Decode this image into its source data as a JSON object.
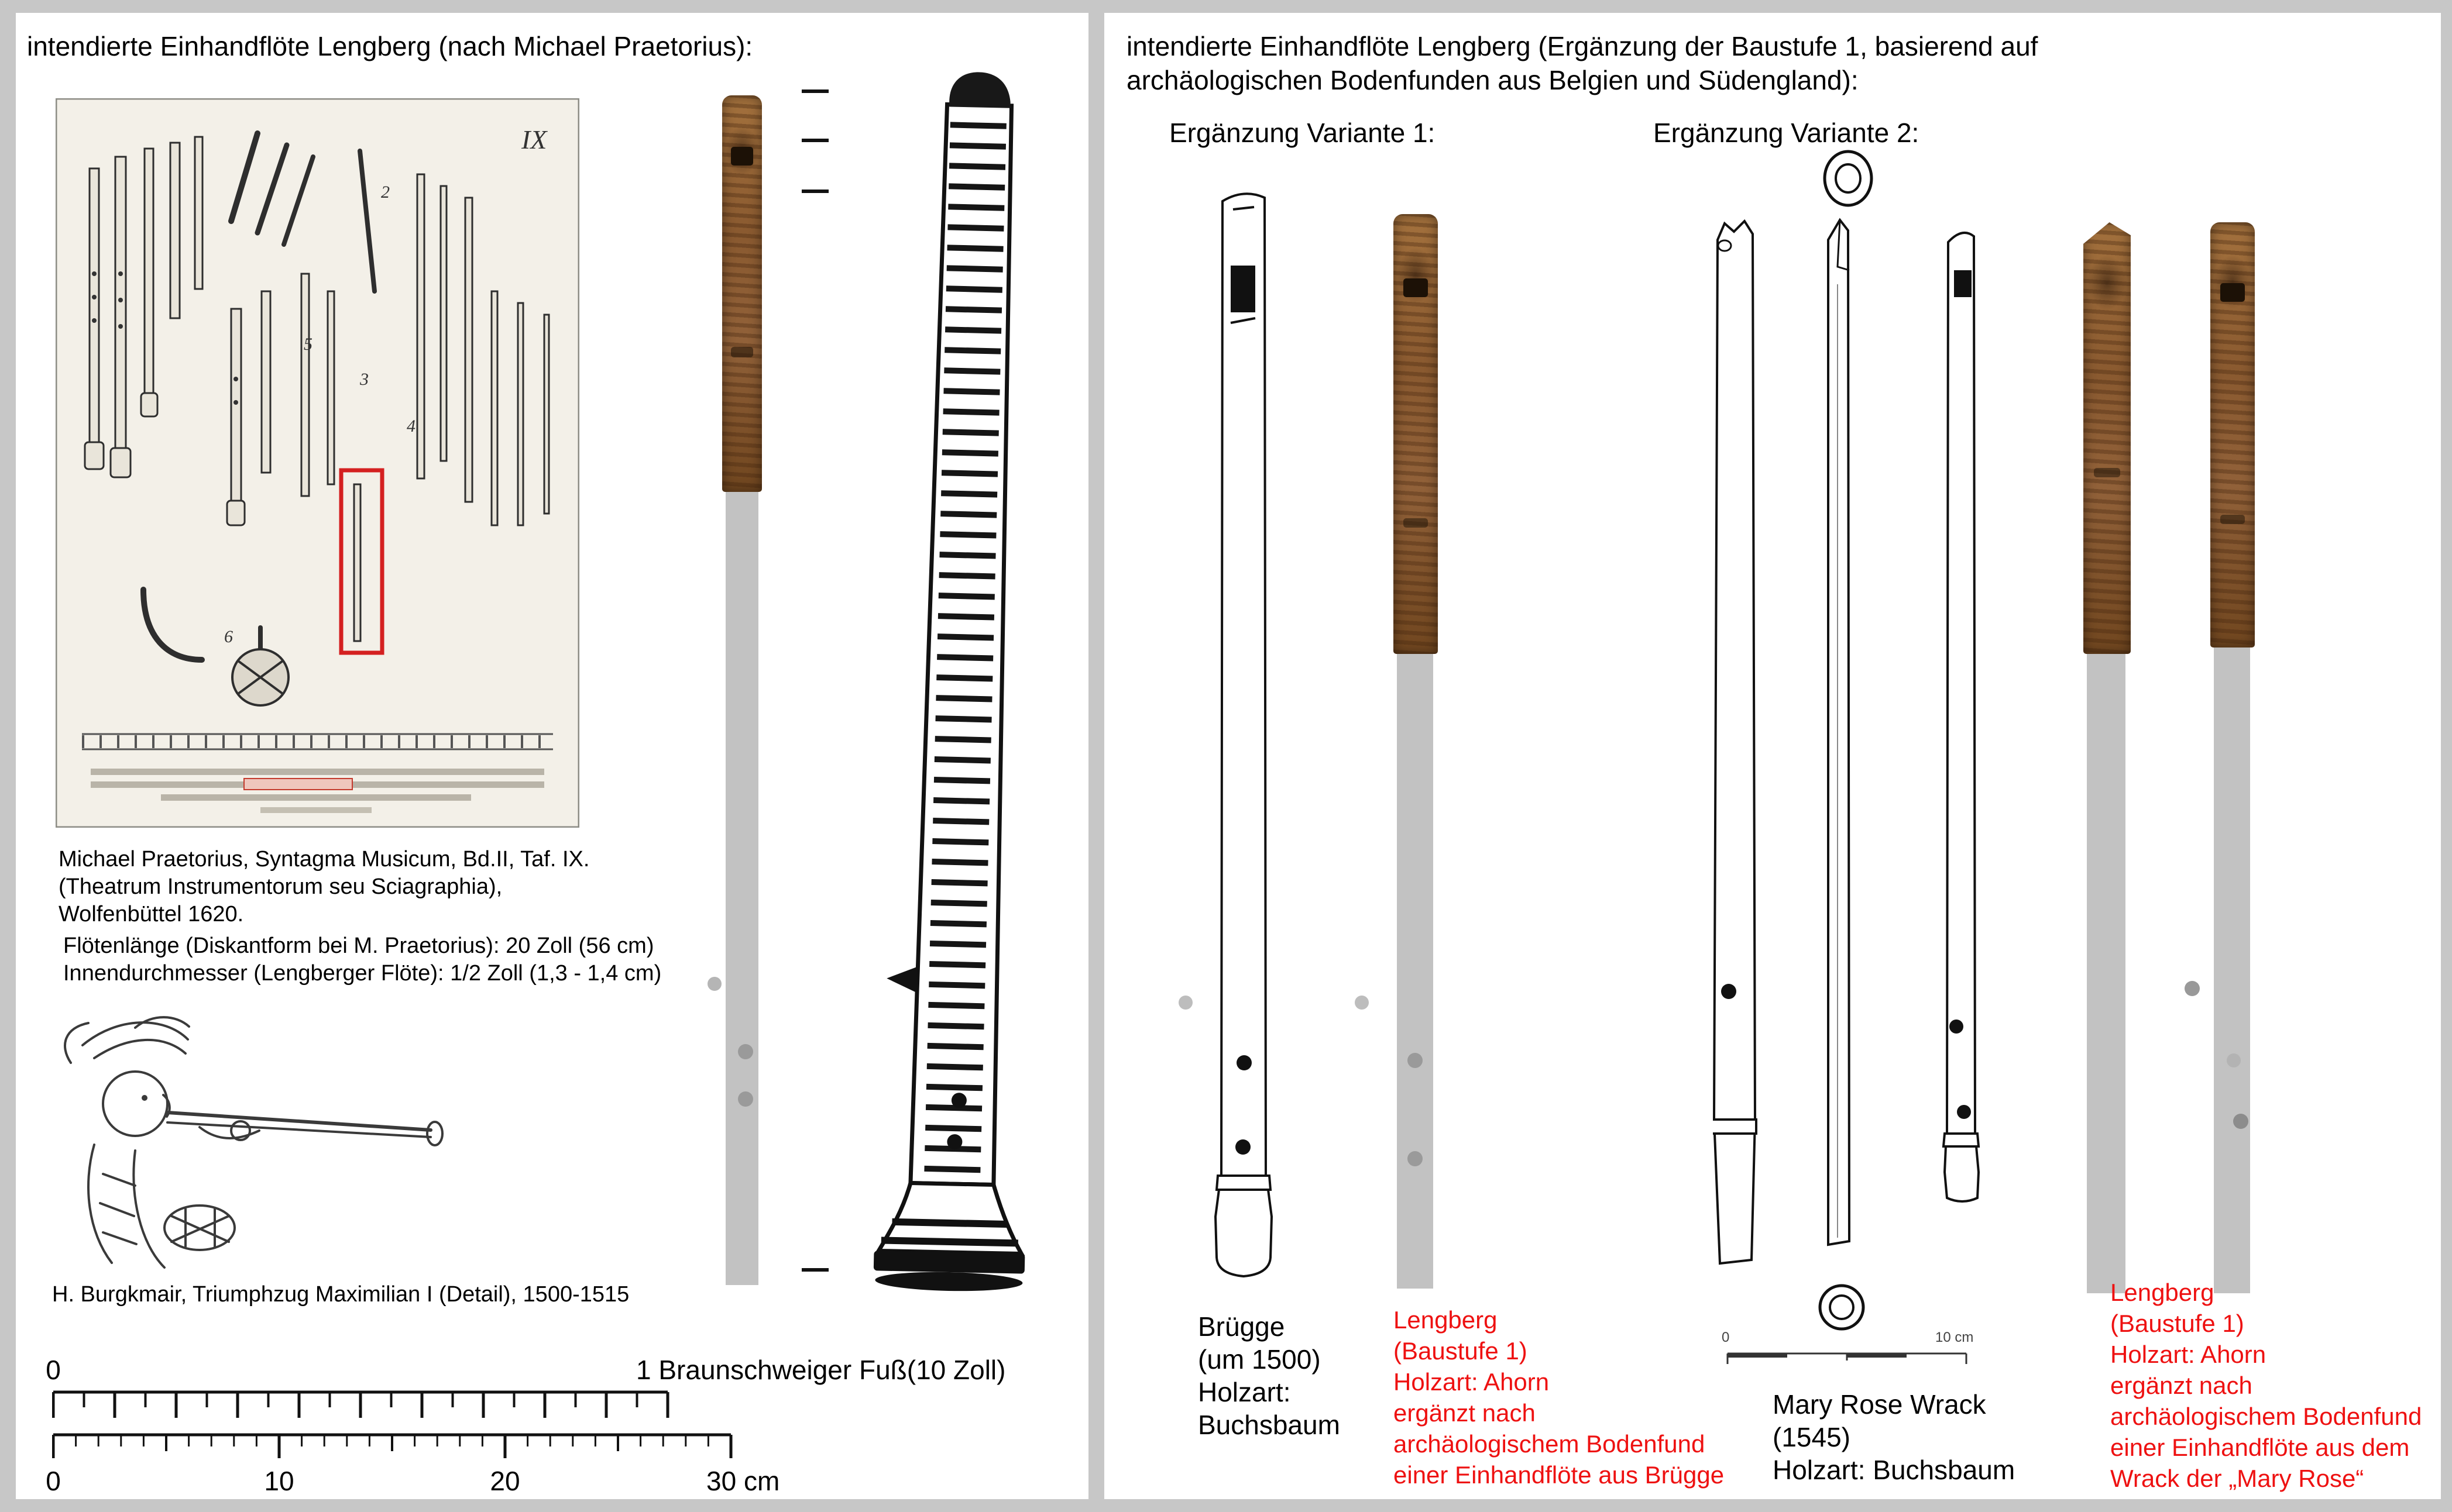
{
  "colors": {
    "background": "#c7c7c7",
    "panel": "#ffffff",
    "accent_red": "#ee1111",
    "wood_brown": "#8a5a33",
    "extension_gray": "#c2c2c2"
  },
  "left_panel": {
    "title": "intendierte Einhandflöte Lengberg (nach Michael Praetorius):",
    "woodcut": {
      "plate_label": "IX",
      "item_numbers": [
        "2",
        "3",
        "4",
        "5",
        "6"
      ],
      "caption_lines": [
        "Michael Praetorius, Syntagma Musicum, Bd.II, Taf. IX.",
        "(Theatrum Instrumentorum seu Sciagraphia),",
        "Wolfenbüttel 1620."
      ]
    },
    "measurements": [
      "Flötenlänge (Diskantform bei M. Praetorius): 20 Zoll (56 cm)",
      "Innendurchmesser (Lengberger Flöte): 1/2 Zoll (1,3 - 1,4 cm)"
    ],
    "burgkmair_caption": "H. Burgkmair, Triumphzug Maximilian I (Detail), 1500-1515",
    "foot_ruler": {
      "zero": "0",
      "label": "1 Braunschweiger Fuß(10 Zoll)"
    },
    "cm_ruler": {
      "labels": [
        "0",
        "10",
        "20",
        "30 cm"
      ]
    }
  },
  "right_panel": {
    "title_lines": [
      "intendierte Einhandflöte Lengberg (Ergänzung der Baustufe 1, basierend auf",
      "archäologischen Bodenfunden aus Belgien und Südengland):"
    ],
    "variant1": {
      "heading": "Ergänzung Variante 1:",
      "source_label_lines": [
        "Brügge",
        "(um 1500)",
        "Holzart:",
        "Buchsbaum"
      ],
      "reconstruction_label_lines": [
        "Lengberg",
        "(Baustufe 1)",
        "Holzart: Ahorn",
        "ergänzt nach",
        "archäologischem Bodenfund",
        "einer Einhandflöte aus Brügge"
      ]
    },
    "variant2": {
      "heading": "Ergänzung Variante 2:",
      "scale_bar": {
        "left": "0",
        "right": "10 cm"
      },
      "source_label_lines": [
        "Mary Rose Wrack",
        "(1545)",
        "Holzart: Buchsbaum"
      ],
      "reconstruction_label_lines": [
        "Lengberg",
        "(Baustufe 1)",
        "Holzart: Ahorn",
        "ergänzt nach",
        "archäologischem Bodenfund",
        "einer Einhandflöte aus dem",
        "Wrack der „Mary Rose“"
      ]
    }
  }
}
